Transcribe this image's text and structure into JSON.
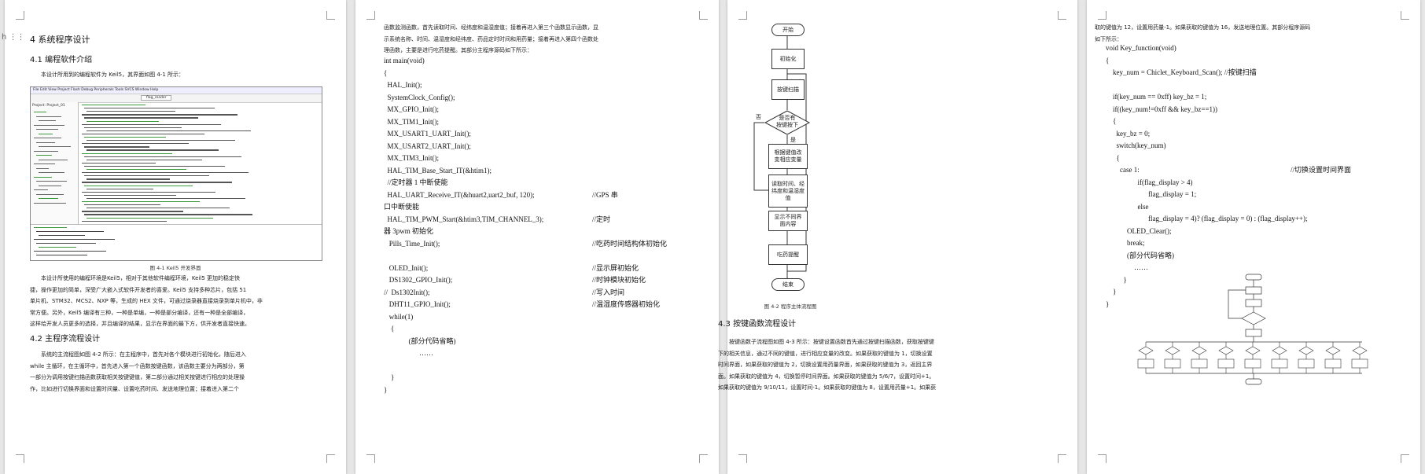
{
  "page1": {
    "chapter_title": "4 系统程序设计",
    "sec1_title": "4.1 编程软件介绍",
    "sec1_intro": "本设计所用到的编程软件为 Keil5，其界面如图 4-1 所示：",
    "fig1_caption": "图 4-1 Keil5 开发界面",
    "ide_menu": "File  Edit  View  Project  Flash  Debug  Peripherals  Tools  SVCS  Window  Help",
    "ide_target": "flag_reader",
    "ide_tree_root": "Project: Project_01",
    "para1": [
      "本设计所使用的编程环境是Keil5，相对于其他软件编程环境，Keil5 更加的稳定快",
      "捷，操作更加的简单，深受广大嵌入式软件开发者的喜爱。Keil5 支持多种芯片，包括 51",
      "单片机、STM32、MCS2、NXP 等，生成的 HEX 文件，可通过烧录器直接烧录到单片机中，非",
      "常方便。另外，Keil5 编译有三种，一种是单编，一种是部分编译，还有一种是全部编译，",
      "这样给开发人员更多的选择，并且编译的结果，显示在界面的最下方，供开发者直接快速。"
    ],
    "sec2_title": "4.2 主程序流程设计",
    "para2": [
      "系统的主流程图如图 4-2 所示：在主程序中，首先对各个模块进行初始化，随后进入",
      "while 主循环，在主循环中，首先进入第一个函数按键函数，该函数主要分为两部分，第",
      "一部分为调用按键扫描函数获取相关按键键值，第二部分通过相关按键进行相应的处理操",
      "作，比如进行切换界面和设置时间量、设置吃药时间、发送地理位置；接着进入第二个"
    ]
  },
  "page2": {
    "para": [
      "函数监测函数，首先读取时间、经纬度和温湿度值；接着再进入第三个函数显示函数，显",
      "示系统名称、时间、温湿度和经纬度、药品定时时间和用药量；接着再进入第四个函数处",
      "理函数，主要是进行吃药提醒。其部分主程序源码如下所示："
    ],
    "code": [
      {
        "t": "int main(void)",
        "c": ""
      },
      {
        "t": "{",
        "c": ""
      },
      {
        "t": "  HAL_Init();",
        "c": ""
      },
      {
        "t": "  SystemClock_Config();",
        "c": ""
      },
      {
        "t": "  MX_GPIO_Init();",
        "c": ""
      },
      {
        "t": "  MX_TIM1_Init();",
        "c": ""
      },
      {
        "t": "  MX_USART1_UART_Init();",
        "c": ""
      },
      {
        "t": "  MX_USART2_UART_Init();",
        "c": ""
      },
      {
        "t": "  MX_TIM3_Init();",
        "c": ""
      },
      {
        "t": "  HAL_TIM_Base_Start_IT(&htim1);",
        "c": ""
      },
      {
        "t": "  //定时器 1 中断使能",
        "c": ""
      },
      {
        "t": "  HAL_UART_Receive_IT(&huart2,uart2_buf, 120);",
        "c": "//GPS 串"
      },
      {
        "t": "口中断使能",
        "c": ""
      },
      {
        "t": "  HAL_TIM_PWM_Start(&htim3,TIM_CHANNEL_3);",
        "c": "//定时"
      },
      {
        "t": "器 3pwm 初始化",
        "c": ""
      },
      {
        "t": "   Pills_Time_Init();",
        "c": "//吃药时间结构体初始化"
      },
      {
        "t": "",
        "c": ""
      },
      {
        "t": "   OLED_Init();",
        "c": "//显示屏初始化"
      },
      {
        "t": "   DS1302_GPIO_Init();",
        "c": "//时钟模块初始化"
      },
      {
        "t": "//  Ds1302Init();",
        "c": "//写入时间"
      },
      {
        "t": "   DHT11_GPIO_Init();",
        "c": "//温湿度传感器初始化"
      },
      {
        "t": "   while(1)",
        "c": ""
      },
      {
        "t": "    {",
        "c": ""
      },
      {
        "t": "              (部分代码省略)",
        "c": ""
      },
      {
        "t": "                    ……",
        "c": ""
      },
      {
        "t": "",
        "c": ""
      },
      {
        "t": "    }",
        "c": ""
      },
      {
        "t": "}",
        "c": ""
      }
    ]
  },
  "page3": {
    "flow": {
      "start": "开始",
      "init": "初始化",
      "scan": "按键扫描",
      "decision": "是否有\n按键按下",
      "no": "否",
      "yes": "是",
      "process": "根据键值改\n变相应变量",
      "read": "读取时间、经\n纬度和温湿度\n值",
      "display": "显示不同界\n面内容",
      "remind": "吃药提醒",
      "end": "结束"
    },
    "fig_caption": "图 4-2  程序主体流程图",
    "sec_title": "4.3 按键函数流程设计",
    "para": [
      "按键函数子流程图如图 4-3 所示：按键设置函数首先通过按键扫描函数，获取按键键",
      "下的相关信息，通过不同的键值，进行相应变量的改变。如果获取的键值为 1，切换设置",
      "时间界面，如果获取的键值为 2，切换设置用药量界面，如果获取的键值为 3，返回主界",
      "面。如果获取的键值为 4，切换暂停时间界面。如果获取的键值为 5/6/7，设置时间+1。",
      "如果获取的键值为 9/10/11，设置时间-1。如果获取的键值为 8，设置用药量+1。如果获"
    ]
  },
  "page4": {
    "para": [
      "取的键值为 12，设置用药量-1。如果获取的键值为 16，发送地理位置。其部分程序源码",
      "如下所示："
    ],
    "code": [
      {
        "t": "void Key_function(void)",
        "c": ""
      },
      {
        "t": "{",
        "c": ""
      },
      {
        "t": "    key_num = Chiclet_Keyboard_Scan(); //按键扫描",
        "c": ""
      },
      {
        "t": "",
        "c": ""
      },
      {
        "t": "    if(key_num == 0xff) key_bz = 1;",
        "c": ""
      },
      {
        "t": "    if((key_num!=0xff && key_bz==1))",
        "c": ""
      },
      {
        "t": "    {",
        "c": ""
      },
      {
        "t": "      key_bz = 0;",
        "c": ""
      },
      {
        "t": "      switch(key_num)",
        "c": ""
      },
      {
        "t": "      {",
        "c": ""
      },
      {
        "t": "        case 1:",
        "c": "//切换设置时间界面"
      },
      {
        "t": "                  if(flag_display > 4)",
        "c": ""
      },
      {
        "t": "                        flag_display = 1;",
        "c": ""
      },
      {
        "t": "                  else",
        "c": ""
      },
      {
        "t": "                        flag_display = 4)? (flag_display = 0) : (flag_display++);",
        "c": ""
      },
      {
        "t": "            OLED_Clear();",
        "c": ""
      },
      {
        "t": "            break;",
        "c": ""
      },
      {
        "t": "            (部分代码省略)",
        "c": ""
      },
      {
        "t": "                ……",
        "c": ""
      },
      {
        "t": "          }",
        "c": ""
      },
      {
        "t": "    }",
        "c": ""
      },
      {
        "t": "}",
        "c": ""
      }
    ]
  }
}
